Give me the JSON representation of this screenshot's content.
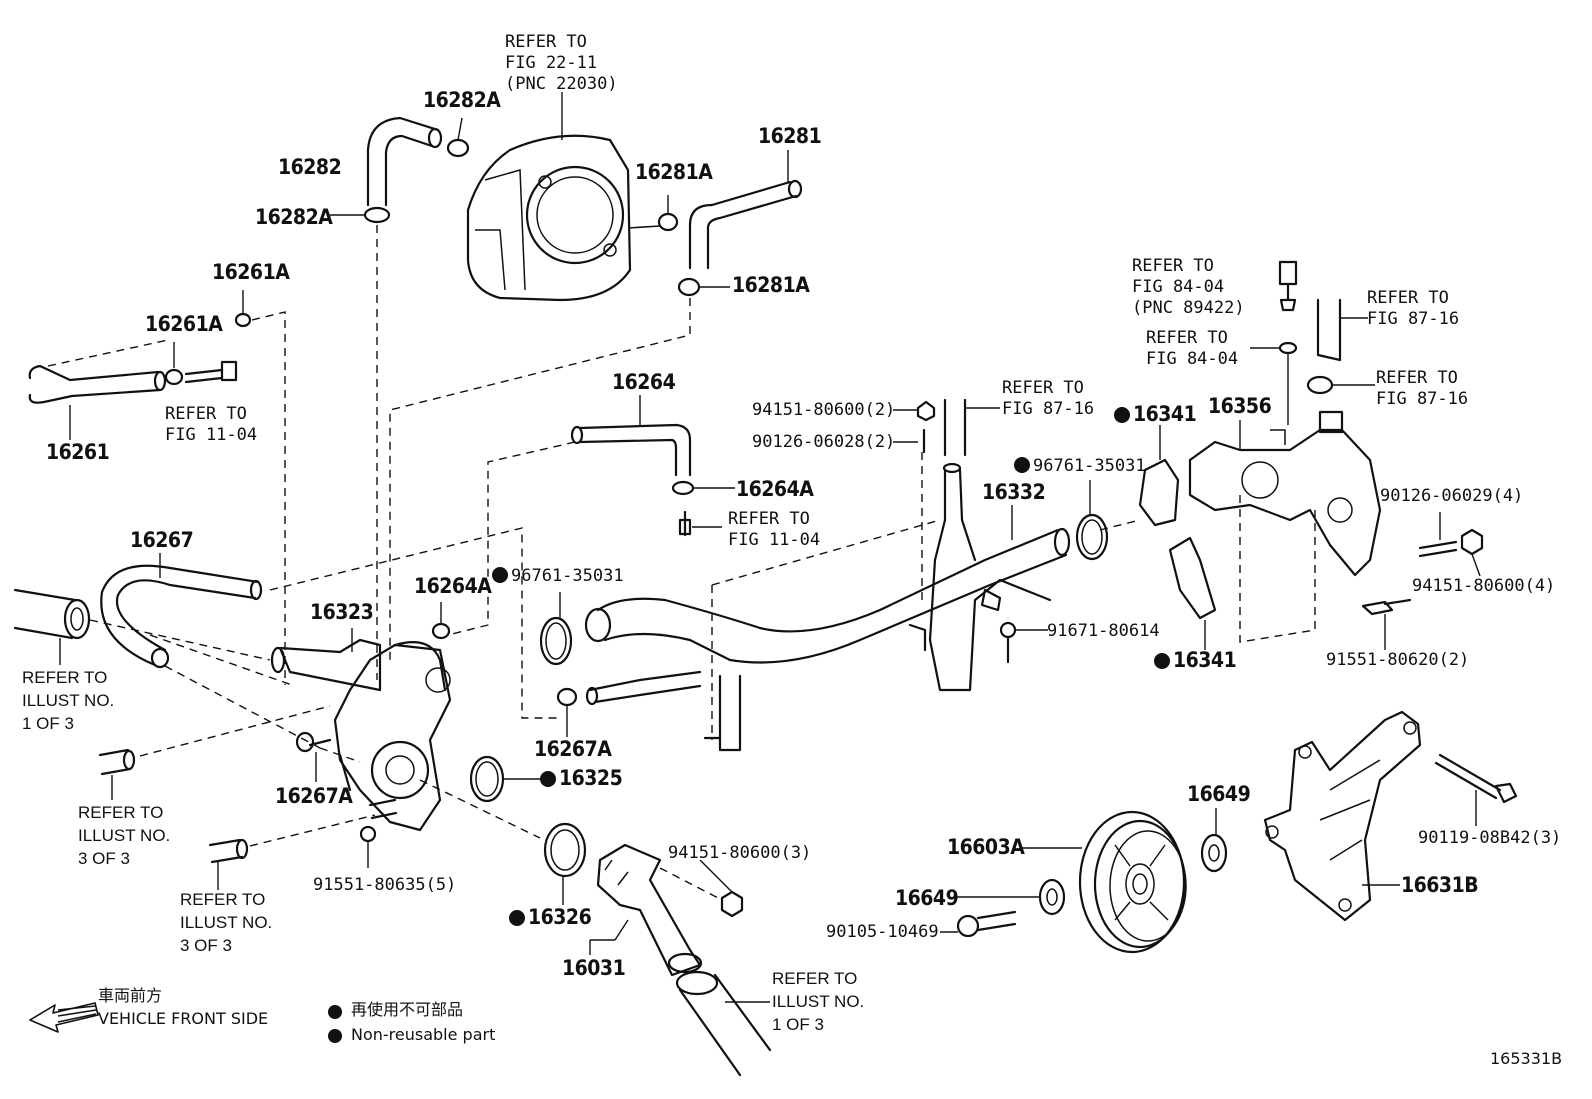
{
  "diagram_id": "165331B",
  "legend": {
    "front_jp": "車両前方",
    "front_en": "VEHICLE FRONT SIDE",
    "nonreuse_jp": "再使用不可部品",
    "nonreuse_en": "Non-reusable part"
  },
  "parts": {
    "p16282A_top": "16282A",
    "p16282": "16282",
    "p16282A_low": "16282A",
    "p16281": "16281",
    "p16281A_top": "16281A",
    "p16281A_low": "16281A",
    "p16261A_top": "16261A",
    "p16261A_low": "16261A",
    "p16261": "16261",
    "p16264": "16264",
    "p16264A_right": "16264A",
    "p16264A_left": "16264A",
    "p16267": "16267",
    "p16323": "16323",
    "p96761_left": "96761-35031",
    "p96761_right": "96761-35031",
    "p16267A_mid": "16267A",
    "p16267A_left": "16267A",
    "p16325": "16325",
    "p16326": "16326",
    "p16031": "16031",
    "p91551_635": "91551-80635(5)",
    "p94151_3": "94151-80600(3)",
    "p94151_2": "94151-80600(2)",
    "p90126_2": "90126-06028(2)",
    "p16332": "16332",
    "p16341_top": "16341",
    "p16341_low": "16341",
    "p16356": "16356",
    "p90126_4": "90126-06029(4)",
    "p94151_4": "94151-80600(4)",
    "p91551_620": "91551-80620(2)",
    "p91671": "91671-80614",
    "p16649_right": "16649",
    "p16649_left": "16649",
    "p16603A": "16603A",
    "p90105": "90105-10469",
    "p16631B": "16631B",
    "p90119": "90119-08B42(3)"
  },
  "refs": {
    "fig2211": "REFER TO\nFIG 22-11\n(PNC 22030)",
    "fig1104_a": "REFER TO\nFIG 11-04",
    "fig1104_b": "REFER TO\nFIG 11-04",
    "fig8716_a": "REFER TO\nFIG 87-16",
    "fig8404_a": "REFER TO\nFIG 84-04\n(PNC 89422)",
    "fig8404_b": "REFER TO\nFIG 84-04",
    "fig8716_b": "REFER TO\nFIG 87-16",
    "fig8716_c": "REFER TO\nFIG 87-16",
    "illust1_a": "REFER TO\nILLUST NO.\n1 OF 3",
    "illust3_a": "REFER TO\nILLUST NO.\n3 OF 3",
    "illust3_b": "REFER TO\nILLUST NO.\n3 OF 3",
    "illust1_b": "REFER TO\nILLUST NO.\n1 OF 3"
  }
}
